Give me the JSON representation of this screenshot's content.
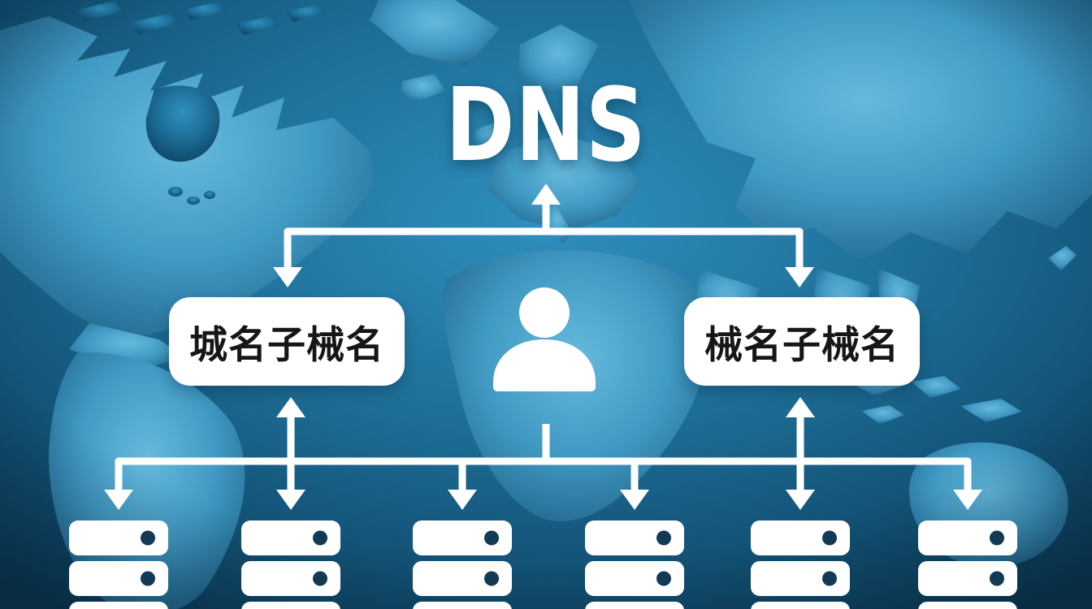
{
  "diagram": {
    "title": "DNS",
    "left_box": {
      "label": "城名子械名"
    },
    "right_box": {
      "label": "械名子械名"
    },
    "icons": {
      "person": "user-icon",
      "server": "server-stack-icon"
    },
    "server_stacks": {
      "count": 6,
      "units_per_stack": 3,
      "centers_x": [
        146,
        358,
        569,
        781,
        985,
        1191
      ]
    },
    "colors": {
      "arrow": "#ffffff",
      "node_bg": "#ffffff",
      "node_text": "#161616",
      "server_fill": "#ffffff",
      "server_dot": "#123a55",
      "ocean_light": "#2f8fbe",
      "ocean_dark": "#0b3c59",
      "land_light": "#66b9dc",
      "land_dark": "#1a5a7e"
    }
  }
}
